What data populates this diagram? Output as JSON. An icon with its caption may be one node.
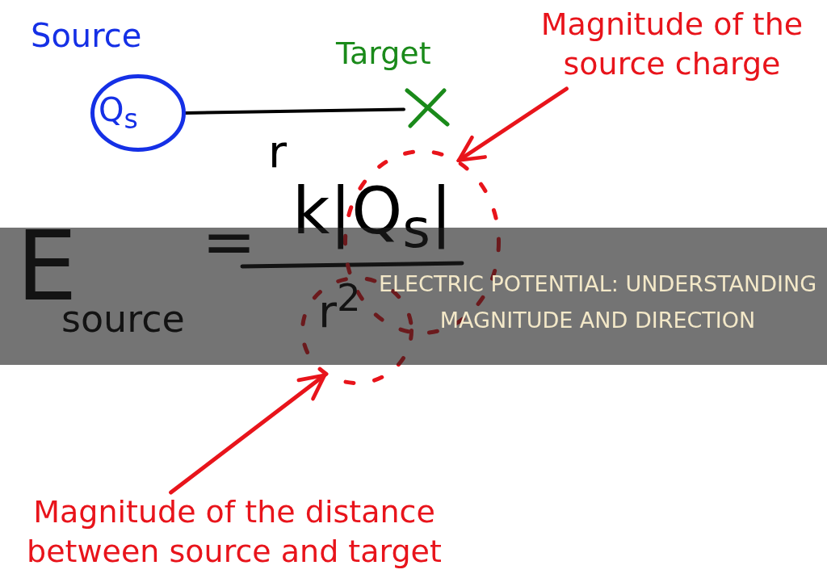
{
  "diagram": {
    "title": "ELECTRIC POTENTIAL: UNDERSTANDING MAGNITUDE AND DIRECTION",
    "nodes": [
      {
        "text": [
          "Source",
          "Q$_{s}$"
        ]
      },
      {
        "text": [
          "Target"
        ]
      },
      {
        "text": [
          "Magnitude of the source charge"
        ]
      },
      {
        "text": [],
        "shape": "circle"
      },
      {
        "text": [
          "Magnitude of the distance between source and target"
        ]
      },
      {
        "text": [],
        "shape": "circle"
      }
    ],
    "edges": [
      {
        "from": 0,
        "to": 1,
        "arrow": "none",
        "label": "r",
        "color": "#000000"
      },
      {
        "from": 2,
        "to": 3,
        "arrow": "to",
        "color": "#e8141b"
      },
      {
        "from": 4,
        "to": 5,
        "arrow": "to",
        "color": "#e8141b"
      }
    ],
    "labels": [
      "E",
      "source",
      "=",
      "k|Q$_{s}$|",
      "r$^{2}$"
    ]
  }
}
